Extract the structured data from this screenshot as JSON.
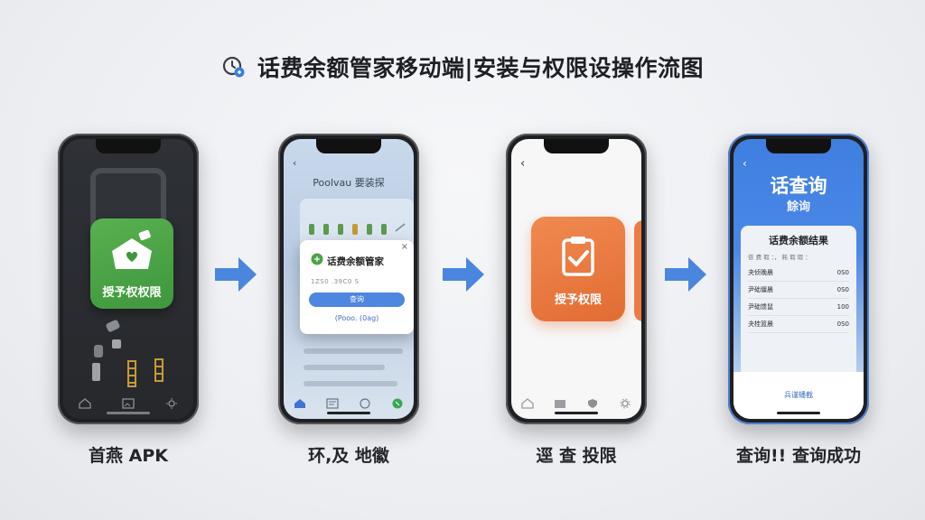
{
  "title": "话费余额管家移动端|安装与权限设操作流图",
  "accent_blue": "#4a86dd",
  "steps": [
    {
      "caption": "首燕 APK",
      "app_label": "授予权权限",
      "nav_icons": [
        "home-icon",
        "picture-icon",
        "settings-icon"
      ]
    },
    {
      "caption": "环,及 地徽",
      "header": "Poolvau 要装探",
      "dialog": {
        "close": "×",
        "title": "话费余额管家",
        "subtitle": "1ZS0 .39C0 S",
        "button": "查询",
        "link": "(Pooo. (0ag)"
      },
      "nav_icons": [
        "home-icon",
        "list-icon",
        "chat-icon",
        "phone-icon"
      ]
    },
    {
      "caption": "逕 查 投限",
      "app_label": "授予权限",
      "nav_icons": [
        "home-icon",
        "folder-icon",
        "shield-icon",
        "gear-icon"
      ]
    },
    {
      "caption": "查询!! 查询成功",
      "title_main": "话查询",
      "title_sub": "餘询",
      "result_title": "话费余额结果",
      "result_sub": "侬 费 瑕 ：，   耗 瑕 瑕 ：",
      "rows": [
        {
          "label": "夬侦晚晨",
          "value": "0S0"
        },
        {
          "label": "尹础僵晨",
          "value": "0S0"
        },
        {
          "label": "尹础馈鼠",
          "value": "100"
        },
        {
          "label": "夬桂篮晨",
          "value": "0S0"
        }
      ],
      "link": "兵谨蟠截"
    }
  ]
}
